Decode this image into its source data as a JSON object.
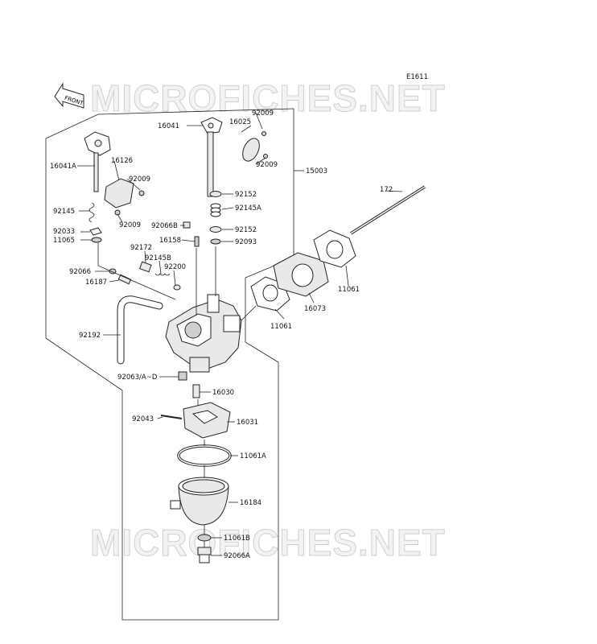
{
  "diagram": {
    "code": "E1611",
    "front_label": "FRONT",
    "watermark_text": "MICROFICHES.NET",
    "callouts": {
      "c92009_top": "92009",
      "c16041": "16041",
      "c16025": "16025",
      "c92009_mid": "92009",
      "c15003": "15003",
      "c16041a": "16041A",
      "c16126": "16126",
      "c92009_left": "92009",
      "c92152_a": "92152",
      "c172": "172",
      "c92145": "92145",
      "c92009_low": "92009",
      "c92066b": "92066B",
      "c92145a": "92145A",
      "c92033": "92033",
      "c16158": "16158",
      "c92152_b": "92152",
      "c11065": "11065",
      "c92093": "92093",
      "c92172": "92172",
      "c92145b": "92145B",
      "c92200": "92200",
      "c92066": "92066",
      "c16187": "16187",
      "c11061_r": "11061",
      "c16073": "16073",
      "c92192": "92192",
      "c11061_l": "11061",
      "c92063": "92063/A~D",
      "c16030": "16030",
      "c92043": "92043",
      "c16031": "16031",
      "c11061a": "11061A",
      "c16184": "16184",
      "c11061b": "11061B",
      "c92066a": "92066A"
    }
  }
}
